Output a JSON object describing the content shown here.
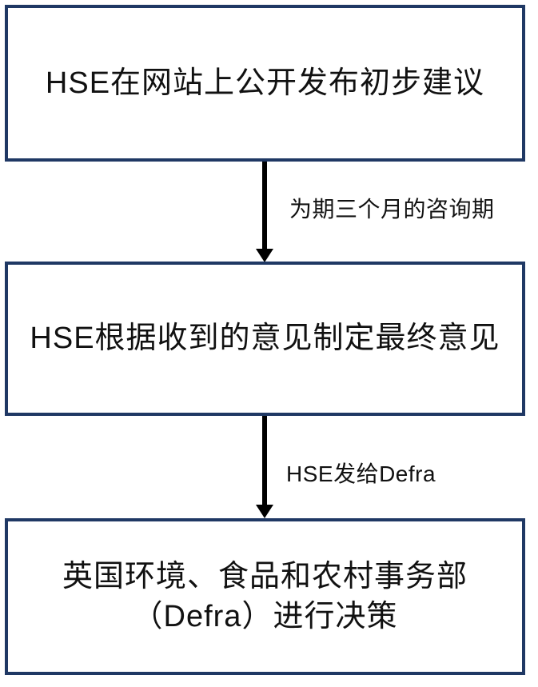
{
  "flowchart": {
    "colors": {
      "box_border": "#1f3864",
      "box_fill": "#ffffff",
      "arrow": "#000000",
      "text": "#111111",
      "background": "#ffffff"
    },
    "boxes": [
      {
        "label": "HSE在网站上公开发布初步建议"
      },
      {
        "label": "HSE根据收到的意见制定最终意见"
      },
      {
        "label_line1": "英国环境、食品和农村事务部",
        "label_line2": "（Defra）进行决策"
      }
    ],
    "arrows": [
      {
        "label": "为期三个月的咨询期"
      },
      {
        "label": "HSE发给Defra"
      }
    ]
  }
}
